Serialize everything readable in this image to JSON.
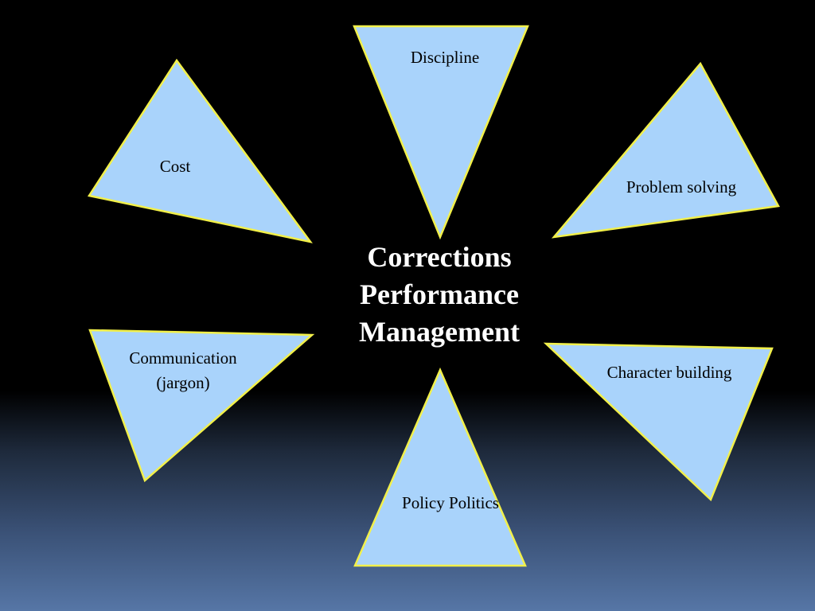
{
  "colors": {
    "triangle_fill": "#a9d3fb",
    "triangle_border": "#f2f04a",
    "title_text": "#ffffff",
    "label_text": "#000000"
  },
  "title": {
    "lines": [
      "Corrections",
      "Performance",
      "Management"
    ]
  },
  "nodes": {
    "discipline": {
      "label": "Discipline"
    },
    "problem_solving": {
      "label": "Problem solving"
    },
    "character_building": {
      "label": "Character building"
    },
    "policy_politics": {
      "label": "Policy Politics"
    },
    "communication": {
      "lines": [
        "Communication",
        "(jargon)"
      ]
    },
    "cost": {
      "label": "Cost"
    }
  }
}
